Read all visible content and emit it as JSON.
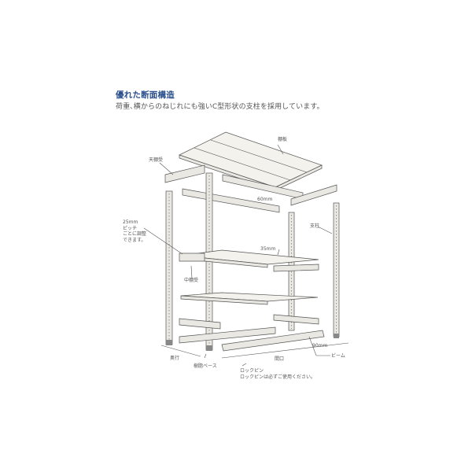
{
  "header": {
    "title": "優れた断面構造",
    "subtitle": "荷重､横からのねじれにも強いC型形状の支柱を採用しています。"
  },
  "labels": {
    "shelf_board": "棚板",
    "top_shelf_support": "天棚受",
    "dim_60mm": "60mm",
    "pitch_note": "25mm\nピッチ\nごとに調整\nできます。",
    "post": "支柱",
    "dim_35mm": "35mm",
    "middle_shelf_support": "中棚受",
    "depth": "奥行",
    "resin_base": "樹脂ベース",
    "width": "間口",
    "dim_90mm": "90mm",
    "beam": "ビーム",
    "lock_pin": "ロックピン",
    "lock_pin_note": "ロックピンは必ずご使用ください。"
  },
  "colors": {
    "title": "#2a4f8c",
    "part_fill": "#e9e8e2",
    "outline": "#555555"
  }
}
